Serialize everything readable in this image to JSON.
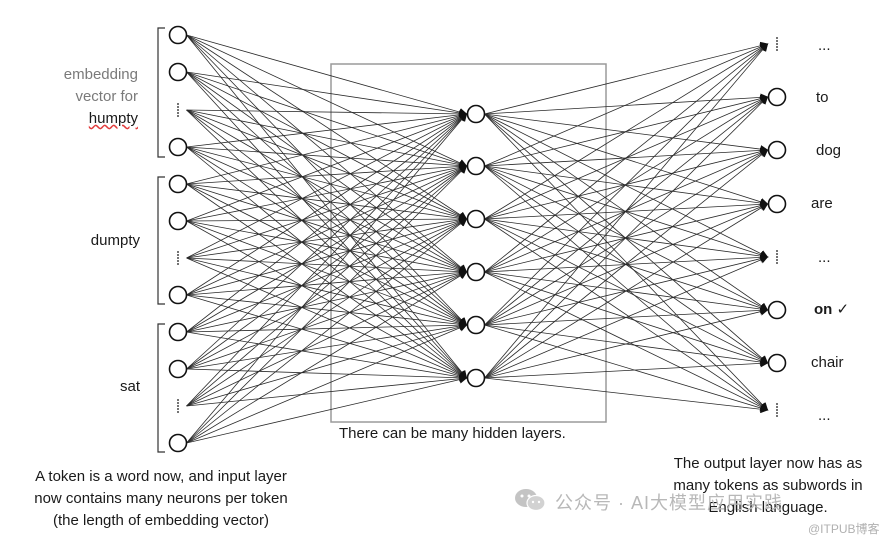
{
  "input_groups": [
    {
      "label_lines": [
        "embedding",
        "vector for",
        "humpty"
      ]
    },
    {
      "label_lines": [
        "dumpty"
      ]
    },
    {
      "label_lines": [
        "sat"
      ]
    }
  ],
  "output_labels": [
    "...",
    "to",
    "dog",
    "are",
    "...",
    "on",
    "chair",
    "..."
  ],
  "correct_mark": "✓",
  "hidden_caption": "There can be many hidden layers.",
  "left_caption": [
    "A token is a word now, and input layer",
    "now contains many neurons per token",
    "(the length of embedding vector)"
  ],
  "right_caption": [
    "The output layer now has as",
    "many tokens as subwords in",
    "English language."
  ],
  "watermark": "公众号 · AI大模型应用实践",
  "watermark_small": "@ITPUB博客"
}
